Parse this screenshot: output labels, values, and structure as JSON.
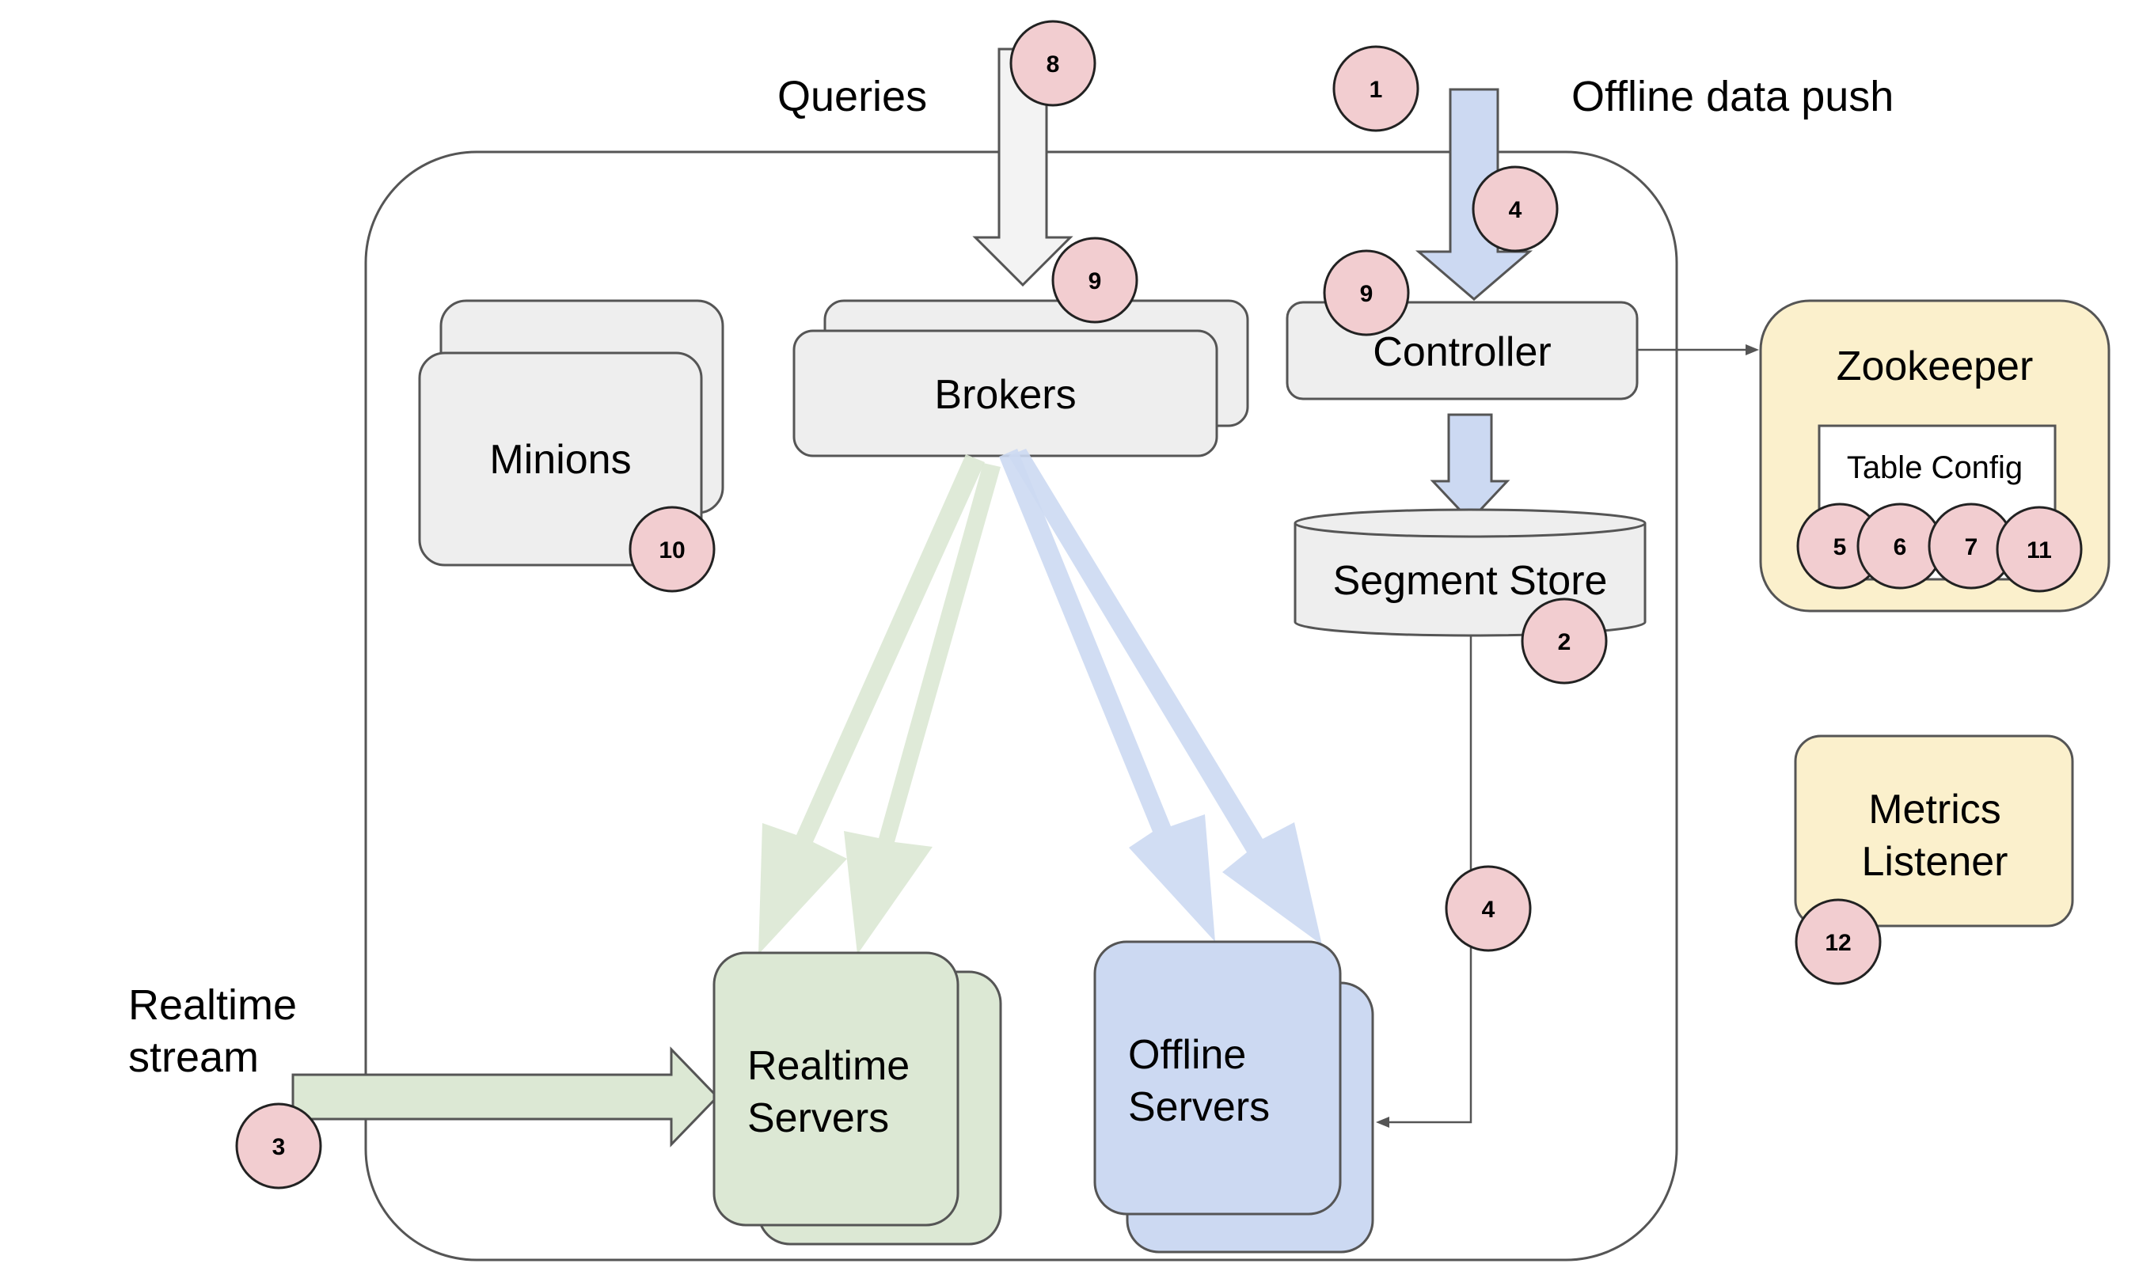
{
  "labels": {
    "queries": "Queries",
    "offline_data_push": "Offline data push",
    "realtime_stream_line1": "Realtime",
    "realtime_stream_line2": "stream",
    "minions": "Minions",
    "brokers": "Brokers",
    "controller": "Controller",
    "segment_store": "Segment Store",
    "zookeeper": "Zookeeper",
    "table_config": "Table Config",
    "metrics_listener_line1": "Metrics",
    "metrics_listener_line2": "Listener",
    "realtime_servers_line1": "Realtime",
    "realtime_servers_line2": "Servers",
    "offline_servers_line1": "Offline",
    "offline_servers_line2": "Servers"
  },
  "badges": {
    "queries_step": "8",
    "broker_step": "9",
    "offline_push_step": "1",
    "controller_push_step": "4",
    "controller_step": "9",
    "segment_store_step": "2",
    "segment_download_step": "4",
    "minions_step": "10",
    "realtime_stream_step": "3",
    "zk_config_a": "5",
    "zk_config_b": "6",
    "zk_config_c": "7",
    "zk_config_d": "11",
    "metrics_step": "12"
  },
  "colors": {
    "component_fill": "#eeeeee",
    "component_stroke": "#555555",
    "badge_fill": "#f2cdd0",
    "badge_stroke": "#222222",
    "realtime_green": "#dce8d4",
    "offline_blue": "#ccd9f2",
    "external_yellow": "#fbf0cc",
    "query_arrow_fill": "#f3f3f3"
  }
}
